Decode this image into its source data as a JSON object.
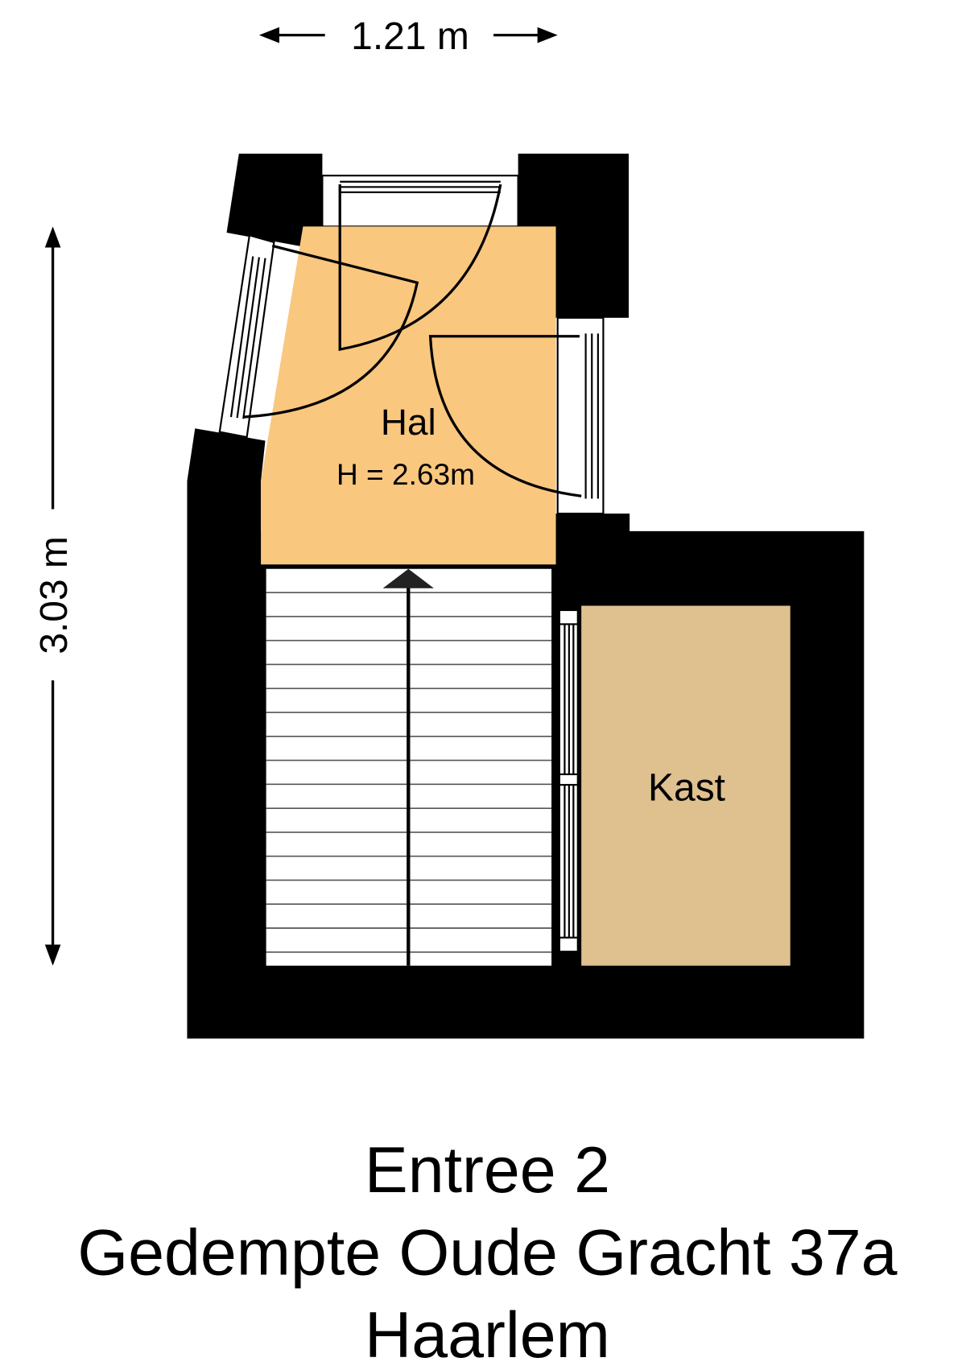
{
  "dimensions": {
    "width_label": "1.21 m",
    "height_label": "3.03 m"
  },
  "rooms": [
    {
      "name": "Hal",
      "height_label": "H = 2.63m",
      "color": "#f9c77e"
    },
    {
      "name": "Kast",
      "color": "#dfc08f"
    }
  ],
  "caption": {
    "line1": "Entree 2",
    "line2": "Gedempte Oude Gracht 37a",
    "line3": "Haarlem"
  },
  "colors": {
    "wall": "#000000",
    "stairs": "#ffffff"
  }
}
